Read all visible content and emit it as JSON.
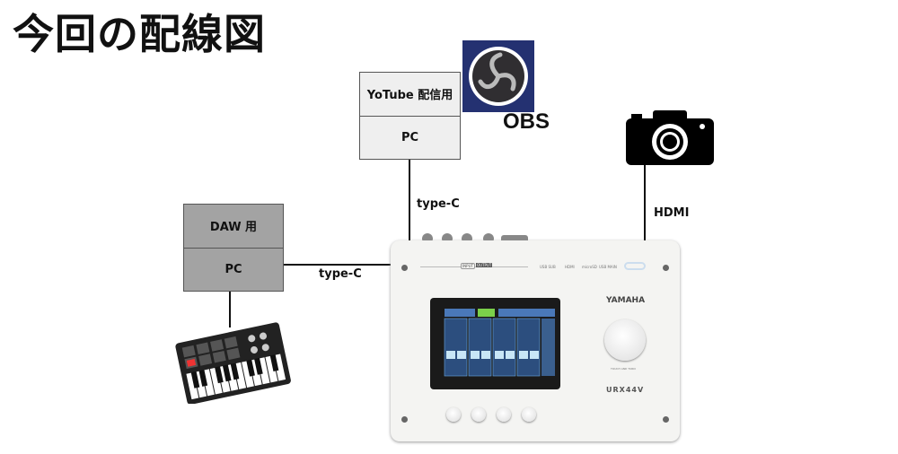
{
  "title": "今回の配線図",
  "youtube_pc": {
    "top": "YoTube 配信用",
    "bottom": "PC"
  },
  "daw_pc": {
    "top": "DAW 用",
    "bottom": "PC"
  },
  "obs": {
    "label": "OBS"
  },
  "connections": {
    "youtube_to_device": "type-C",
    "daw_to_device": "type-C",
    "camera_to_device": "HDMI"
  },
  "device": {
    "brand": "YAMAHA",
    "model": "URX44V",
    "knob_label": "TOUCH AND TURN",
    "ports": [
      "USB SUB",
      "HDMI",
      "microSD",
      "USB MAIN"
    ],
    "toggle": [
      "INPUT",
      "OUTPUT"
    ]
  },
  "colors": {
    "obs_bg": "#243171",
    "daw_box": "#a3a3a3",
    "youtube_box": "#efefef"
  }
}
